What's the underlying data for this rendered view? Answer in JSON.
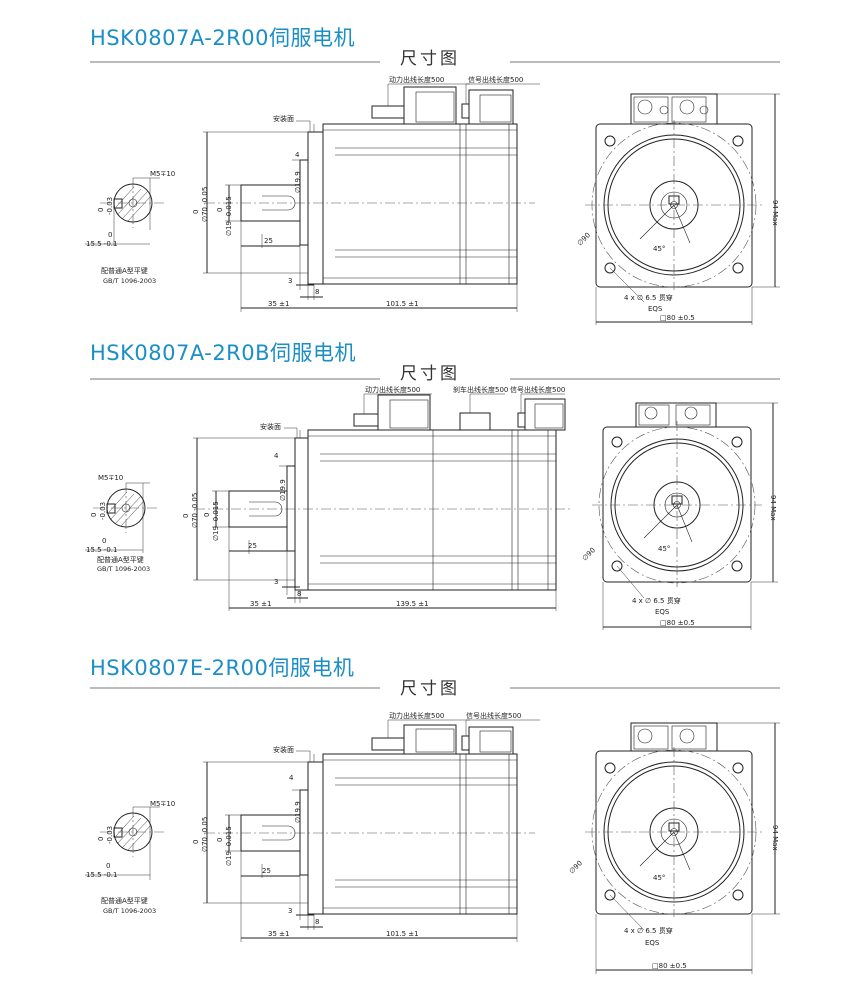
{
  "colors": {
    "title": "#1a8ec5",
    "line": "#222222",
    "rule": "#777777"
  },
  "sections": [
    {
      "title": "HSK0807A-2R00伺服电机",
      "subtitle": "尺寸图",
      "cables": [
        "动力出线长度500",
        "信号出线长度500"
      ],
      "mount_face": "安装面",
      "shaft_dia": "∅19 -0.015",
      "shaft_dia_zero": "0",
      "pilot_dia": "∅70 -0.05",
      "pilot_dia_zero": "0",
      "key_width_top": "∅19.9",
      "dim_4": "4",
      "dim_25": "25",
      "dim_3": "3",
      "dim_8": "8",
      "dim_35": "35 ±1",
      "dim_body": "101.5 ±1",
      "key_thread": "M5∓10",
      "key_depth": "-0.03",
      "key_depth_zero": "0",
      "key_height": "15.5 -0.1",
      "key_height_zero": "0",
      "key_note": "配普通A型平键",
      "key_std": "GB/T 1096-2003",
      "bolt_circle": "∅90",
      "angle": "45°",
      "holes": "4 x ∅ 6.5 贯穿",
      "eqs": "EQS",
      "flange": "□80 ±0.5",
      "height_max": "94 Max"
    },
    {
      "title": "HSK0807A-2R0B伺服电机",
      "subtitle": "尺寸图",
      "cables": [
        "动力出线长度500",
        "刹车出线长度500",
        "信号出线长度500"
      ],
      "mount_face": "安装面",
      "shaft_dia": "∅19 -0.015",
      "shaft_dia_zero": "0",
      "pilot_dia": "∅70 -0.05",
      "pilot_dia_zero": "0",
      "key_width_top": "∅19.9",
      "dim_4": "4",
      "dim_25": "25",
      "dim_3": "3",
      "dim_8": "8",
      "dim_35": "35 ±1",
      "dim_body": "139.5 ±1",
      "key_thread": "M5∓10",
      "key_depth": "-0.03",
      "key_depth_zero": "0",
      "key_height": "15.5 -0.1",
      "key_height_zero": "0",
      "key_note": "配普通A型平键",
      "key_std": "GB/T 1096-2003",
      "bolt_circle": "∅90",
      "angle": "45°",
      "holes": "4 x ∅ 6.5 贯穿",
      "eqs": "EQS",
      "flange": "□80 ±0.5",
      "height_max": "94 Max"
    },
    {
      "title": "HSK0807E-2R00伺服电机",
      "subtitle": "尺寸图",
      "cables": [
        "动力出线长度500",
        "信号出线长度500"
      ],
      "mount_face": "安装面",
      "shaft_dia": "∅19 -0.015",
      "shaft_dia_zero": "0",
      "pilot_dia": "∅70 -0.05",
      "pilot_dia_zero": "0",
      "key_width_top": "∅19.9",
      "dim_4": "4",
      "dim_25": "25",
      "dim_3": "3",
      "dim_8": "8",
      "dim_35": "35 ±1",
      "dim_body": "101.5 ±1",
      "key_thread": "M5∓10",
      "key_depth": "-0.03",
      "key_depth_zero": "0",
      "key_height": "15.5 -0.1",
      "key_height_zero": "0",
      "key_note": "配普通A型平键",
      "key_std": "GB/T 1096-2003",
      "bolt_circle": "∅90",
      "angle": "45°",
      "holes": "4 x ∅ 6.5 贯穿",
      "eqs": "EQS",
      "flange": "□80 ±0.5",
      "height_max": "94 Max"
    }
  ]
}
